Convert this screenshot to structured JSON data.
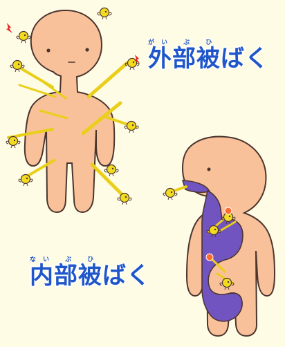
{
  "labels": {
    "external": {
      "title": "外部被ばく",
      "ruby": "がい ぶ ひ"
    },
    "internal": {
      "title": "内部被ばく",
      "ruby": "ない ぶ ひ"
    }
  },
  "colors": {
    "background": "#fffce6",
    "skin": "#f9c19a",
    "outline": "#4b352f",
    "internal_fill": "#7154c0",
    "label_blue": "#1f56c9",
    "radiation_yellow": "#f3dc20"
  },
  "icons": {
    "particle": "radiation-particle-icon"
  }
}
